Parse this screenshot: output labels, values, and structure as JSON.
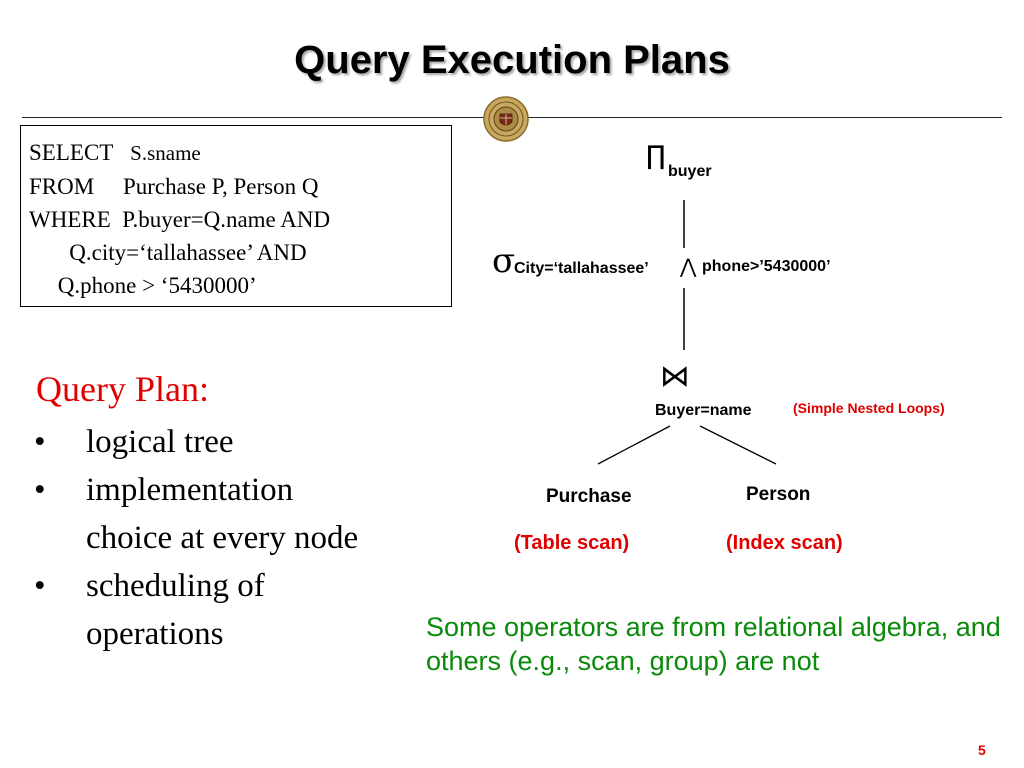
{
  "slide": {
    "title": "Query Execution Plans",
    "page_number": "5"
  },
  "sql": {
    "lines": [
      {
        "keyword": "SELECT",
        "text": "S.sname"
      },
      {
        "keyword": "FROM",
        "text": "Purchase P, Person Q"
      },
      {
        "keyword": "WHERE",
        "text": "P.buyer=Q.name AND"
      },
      {
        "keyword": "",
        "text": "Q.city=‘tallahassee’ AND"
      },
      {
        "keyword": "",
        "text": "Q.phone > ‘5430000’"
      }
    ]
  },
  "plan": {
    "heading": "Query Plan:",
    "bullets": [
      "logical tree",
      "implementation choice at every node",
      "scheduling of operations"
    ],
    "bullet_symbol": "•"
  },
  "tree": {
    "projection_symbol": "∏",
    "projection_label": "buyer",
    "selection_symbol": "σ",
    "selection_cond_left": "City=‘tallahassee’",
    "selection_and": "⋀",
    "selection_cond_right": "phone>’5430000’",
    "join_symbol": "⋈",
    "join_label": "Buyer=name",
    "join_impl": "(Simple Nested Loops)",
    "left_child": "Purchase",
    "left_impl": "(Table scan)",
    "right_child": "Person",
    "right_impl": "(Index scan)"
  },
  "note": {
    "text": "Some operators are from relational algebra, and others (e.g., scan, group) are not"
  },
  "colors": {
    "accent_red": "#e00000",
    "note_green": "#0a8a0a"
  },
  "icons": {
    "seal": "university-seal-icon"
  }
}
